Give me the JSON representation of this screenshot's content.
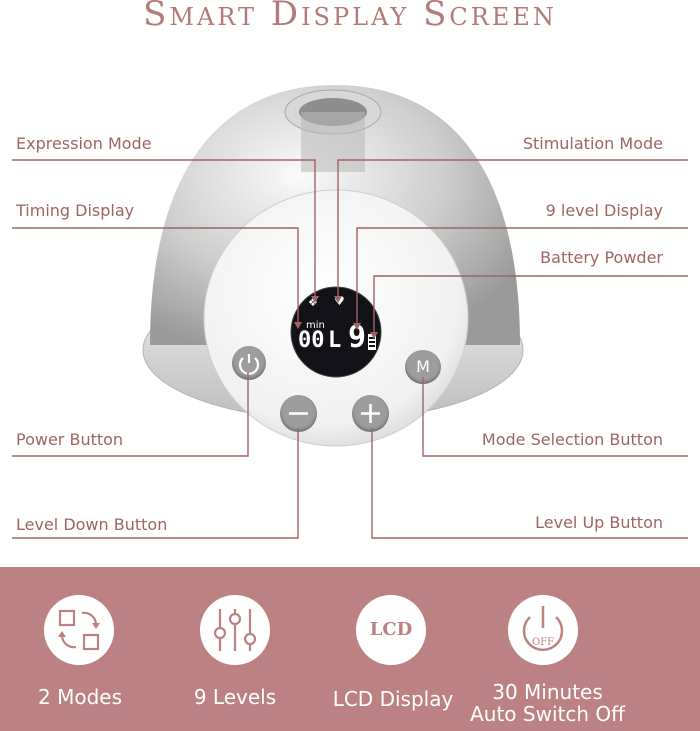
{
  "title": "Smart Display Screen",
  "screen": {
    "min_label": "min",
    "time_digits": "00",
    "level_prefix": "L",
    "level_value": "9"
  },
  "buttons": {
    "mode_letter": "M"
  },
  "callouts": {
    "expression_mode": "Expression Mode",
    "stimulation_mode": "Stimulation Mode",
    "timing_display": "Timing Display",
    "level_display": "9 level Display",
    "battery": "Battery Powder",
    "power_button": "Power Button",
    "mode_selection_button": "Mode Selection Button",
    "level_down_button": "Level Down Button",
    "level_up_button": "Level Up Button"
  },
  "features": [
    {
      "label": "2 Modes",
      "icon": "mode-switch-icon"
    },
    {
      "label": "9 Levels",
      "icon": "sliders-icon"
    },
    {
      "label": "LCD Display",
      "icon": "lcd-icon",
      "icon_text": "LCD"
    },
    {
      "label": "30 Minutes",
      "label2": "Auto Switch Off",
      "icon": "power-off-icon",
      "icon_text": "OFF"
    }
  ],
  "colors": {
    "accent": "#bc8283",
    "line": "#a06464",
    "text": "#a06464"
  }
}
